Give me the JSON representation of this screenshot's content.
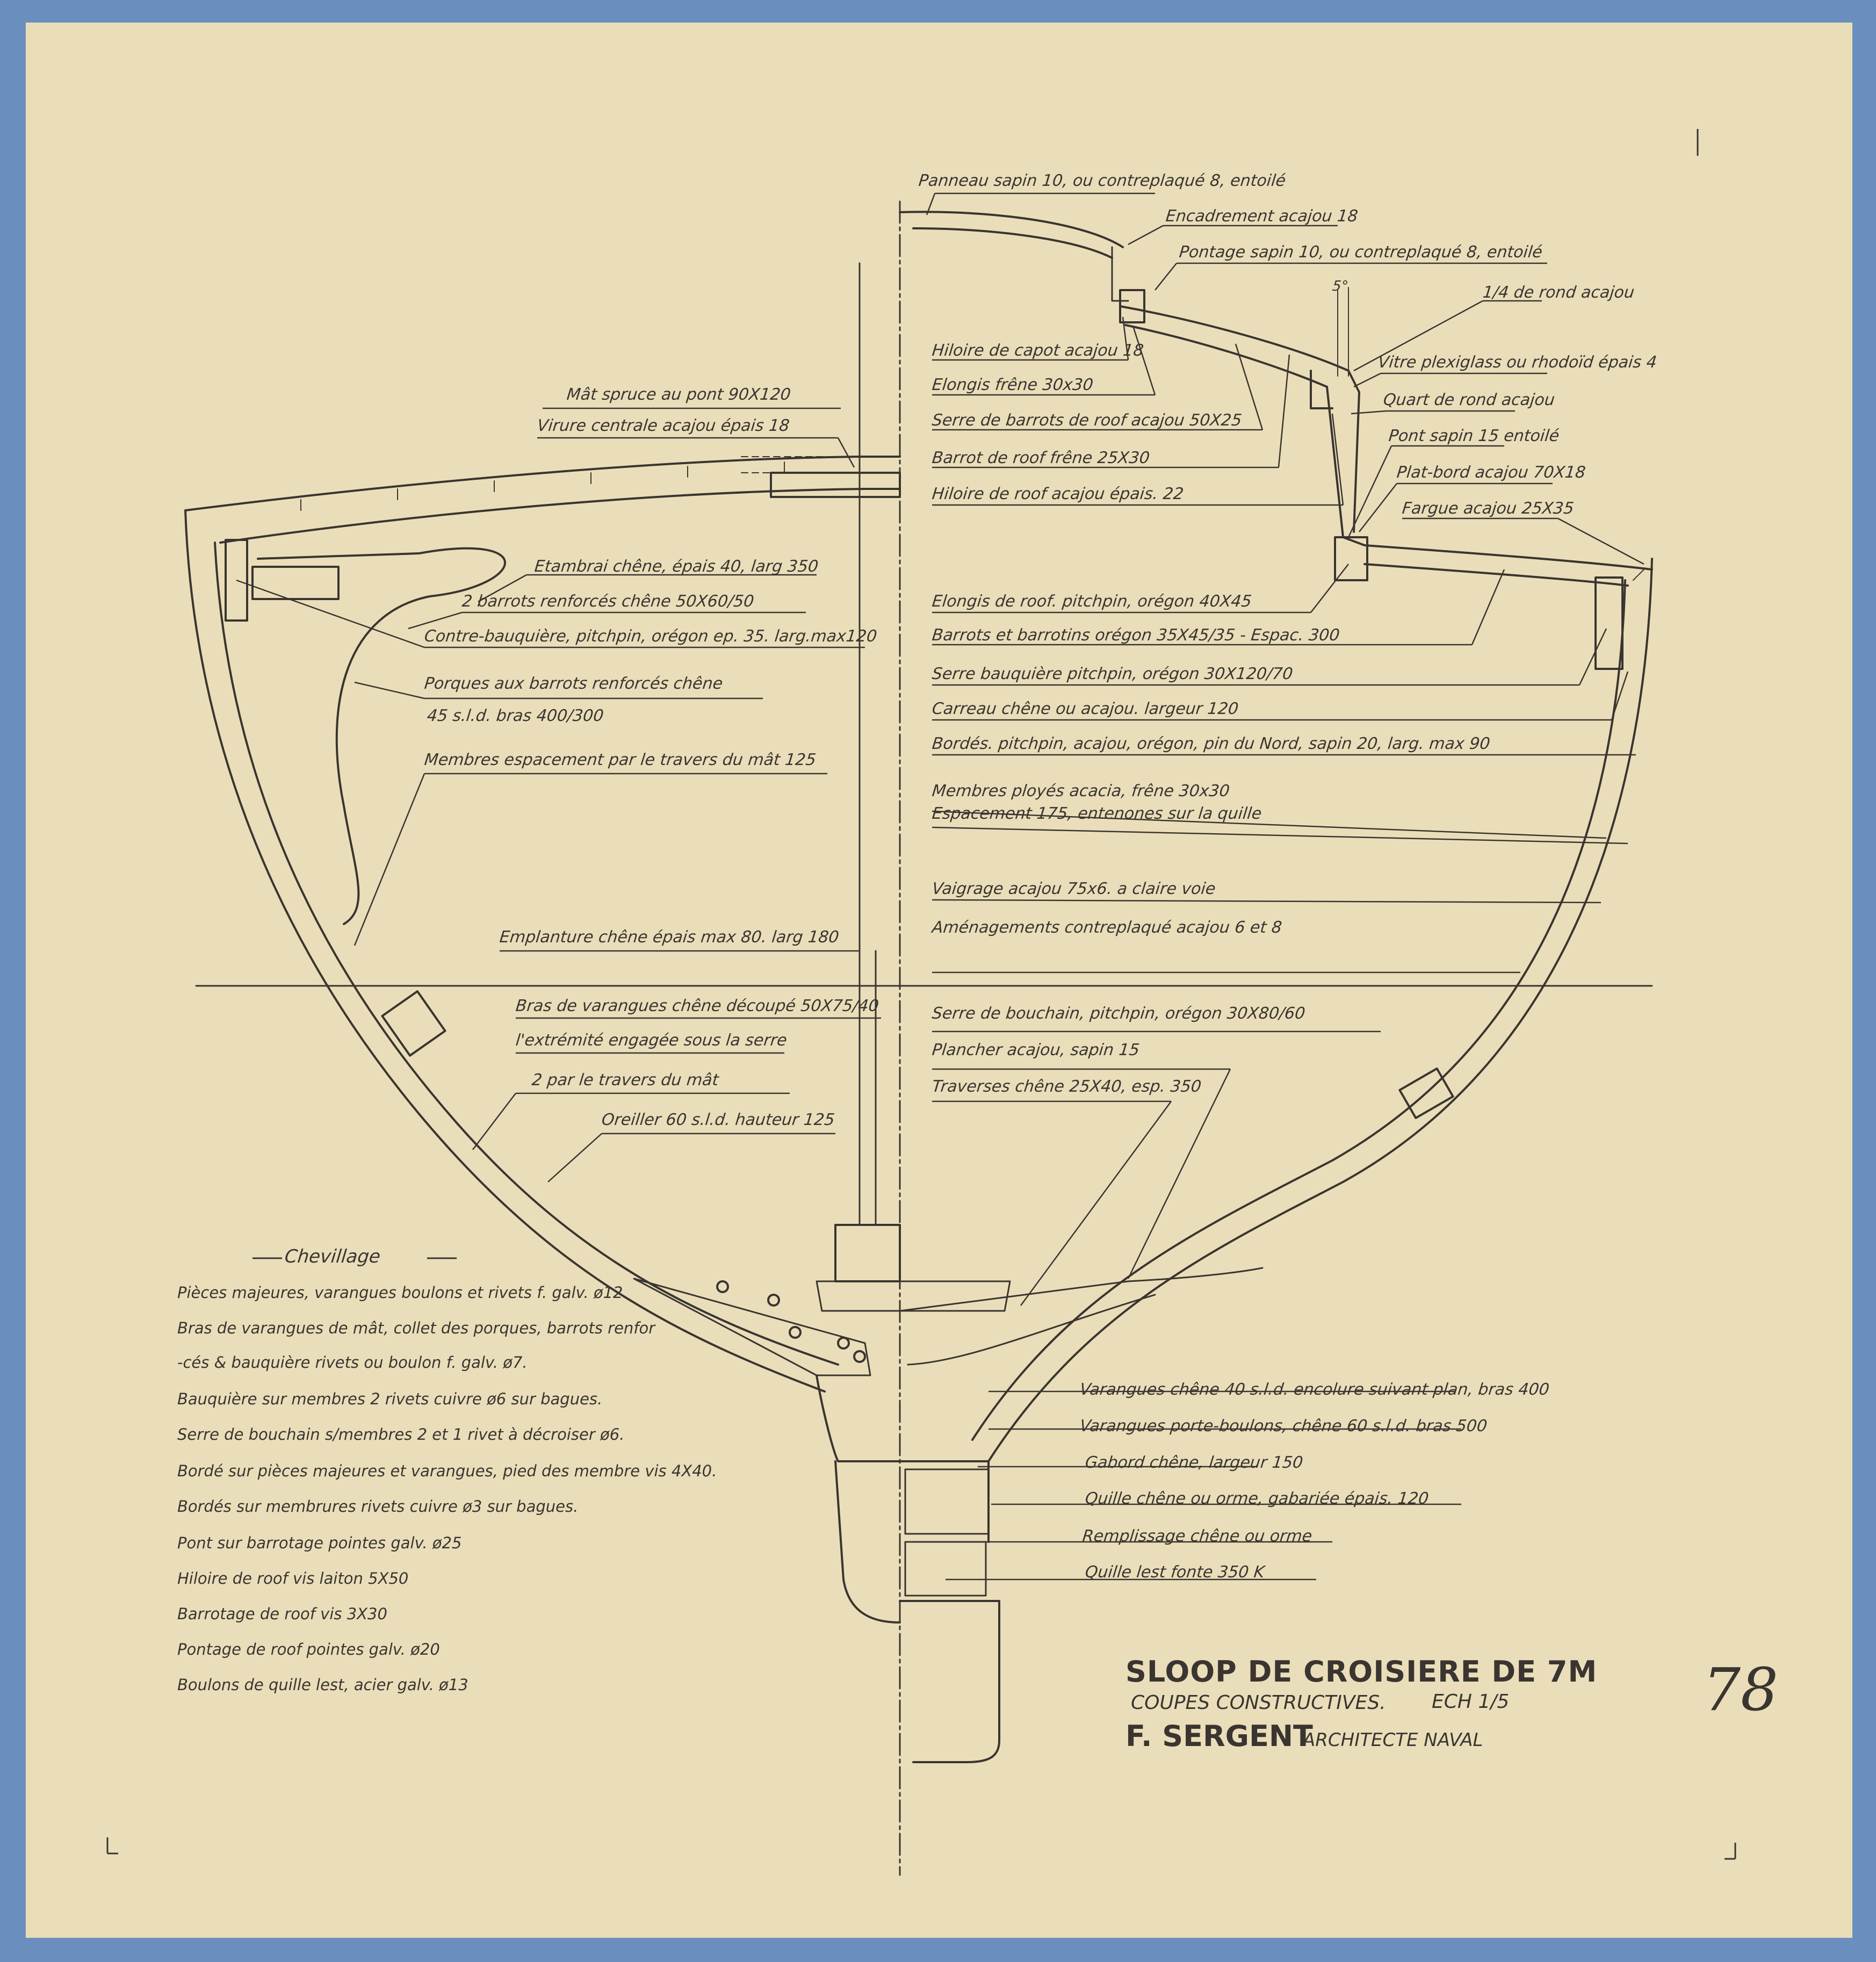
{
  "labels_left": [
    {
      "id": "mat",
      "text": "Mât spruce au pont 90X120"
    },
    {
      "id": "virure",
      "text": "Virure centrale acajou épais 18"
    },
    {
      "id": "etambrai",
      "text": "Etambrai chêne, épais 40, larg 350"
    },
    {
      "id": "barrots-renf",
      "text": "2 barrots renforcés chêne 50X60/50"
    },
    {
      "id": "contre-bauquiere",
      "text": "Contre-bauquière, pitchpin, orégon ep. 35. larg.max120"
    },
    {
      "id": "porques",
      "text": "Porques aux barrots renforcés chêne"
    },
    {
      "id": "porques-2",
      "text": "45 s.l.d. bras 400/300"
    },
    {
      "id": "membres",
      "text": "Membres espacement par le travers du mât 125"
    },
    {
      "id": "emplanture",
      "text": "Emplanture chêne épais max 80. larg 180"
    },
    {
      "id": "bras-varangues",
      "text": "Bras de varangues chêne découpé 50X75/40"
    },
    {
      "id": "extremite",
      "text": "l'extrémité engagée sous la serre"
    },
    {
      "id": "par-travers",
      "text": "2 par le travers du mât"
    },
    {
      "id": "oreiller",
      "text": "Oreiller 60 s.l.d. hauteur 125"
    }
  ],
  "labels_right": [
    {
      "id": "panneau",
      "text": "Panneau sapin 10, ou contreplaqué 8, entoilé"
    },
    {
      "id": "encadrement",
      "text": "Encadrement acajou 18"
    },
    {
      "id": "pontage",
      "text": "Pontage sapin 10, ou contreplaqué 8, entoilé"
    },
    {
      "id": "quart-rond-1",
      "text": "1/4 de rond acajou"
    },
    {
      "id": "hiloire-capot",
      "text": "Hiloire de capot acajou 18"
    },
    {
      "id": "vitre",
      "text": "Vitre plexiglass ou rhodoïd épais 4"
    },
    {
      "id": "elongis-frene",
      "text": "Elongis frêne 30x30"
    },
    {
      "id": "quart-rond-2",
      "text": "Quart de rond acajou"
    },
    {
      "id": "serre-barrots",
      "text": "Serre de barrots de roof acajou 50X25"
    },
    {
      "id": "pont-sapin",
      "text": "Pont sapin 15 entoilé"
    },
    {
      "id": "barrot-roof",
      "text": "Barrot de roof frêne 25X30"
    },
    {
      "id": "plat-bord",
      "text": "Plat-bord acajou 70X18"
    },
    {
      "id": "hiloire-roof",
      "text": "Hiloire de roof acajou épais. 22"
    },
    {
      "id": "fargue",
      "text": "Fargue acajou 25X35"
    },
    {
      "id": "elongis-roof",
      "text": "Elongis de roof. pitchpin, orégon 40X45"
    },
    {
      "id": "barrots-barrotins",
      "text": "Barrots et barrotins orégon 35X45/35 - Espac. 300"
    },
    {
      "id": "serre-bauquiere",
      "text": "Serre bauquière pitchpin, orégon 30X120/70"
    },
    {
      "id": "carreau",
      "text": "Carreau chêne ou acajou. largeur 120"
    },
    {
      "id": "bordes",
      "text": "Bordés. pitchpin, acajou, orégon, pin du Nord, sapin 20, larg. max 90"
    },
    {
      "id": "membres-ployes",
      "text": "Membres ployés acacia, frêne 30x30"
    },
    {
      "id": "espacement",
      "text": "Espacement 175, entenones sur la quille"
    },
    {
      "id": "vaigrage",
      "text": "Vaigrage acajou 75x6. a claire voie"
    },
    {
      "id": "amenagements",
      "text": "Aménagements contreplaqué acajou 6 et 8"
    },
    {
      "id": "serre-bouchain",
      "text": "Serre de bouchain, pitchpin, orégon 30X80/60"
    },
    {
      "id": "plancher",
      "text": "Plancher acajou, sapin 15"
    },
    {
      "id": "traverses",
      "text": "Traverses chêne 25X40, esp. 350"
    },
    {
      "id": "varangues-1",
      "text": "Varangues chêne 40 s.l.d. encolure suivant plan, bras 400"
    },
    {
      "id": "varangues-2",
      "text": "Varangues porte-boulons, chêne 60 s.l.d. bras 500"
    },
    {
      "id": "gabord",
      "text": "Gabord chêne, largeur 150"
    },
    {
      "id": "quille",
      "text": "Quille chêne ou orme, gabariée épais. 120"
    },
    {
      "id": "remplissage",
      "text": "Remplissage chêne ou orme"
    },
    {
      "id": "quille-lest",
      "text": "Quille lest fonte 350 K"
    }
  ],
  "dimension_mark": "5°",
  "chevillage": {
    "heading": "Chevillage",
    "lines": [
      "Pièces majeures, varangues boulons et rivets f. galv. ø12.",
      "Bras de varangues de mât, collet des porques, barrots renfor",
      "-cés & bauquière rivets ou boulon f. galv. ø7.",
      "Bauquière sur membres 2 rivets cuivre ø6 sur bagues.",
      "Serre de bouchain s/membres 2 et 1 rivet à décroiser ø6.",
      "Bordé sur pièces majeures et varangues, pied des membre vis 4X40.",
      "Bordés sur membrures rivets cuivre ø3 sur bagues.",
      "Pont sur barrotage pointes galv. ø25",
      "Hiloire de roof vis laiton 5X50",
      "Barrotage de roof vis 3X30",
      "Pontage de roof pointes galv. ø20",
      "Boulons de quille lest, acier galv. ø13"
    ]
  },
  "title_block": {
    "title": "SLOOP DE CROISIERE DE 7M",
    "subtitle": "COUPES CONSTRUCTIVES.",
    "scale": "ECH 1/5",
    "architect": "F. SERGENT",
    "architect_role": "ARCHITECTE NAVAL",
    "sheet_number": "78"
  },
  "colors": {
    "paper": "#e9ddb8",
    "tape": "#6a8fbf",
    "ink": "#3a3530"
  }
}
